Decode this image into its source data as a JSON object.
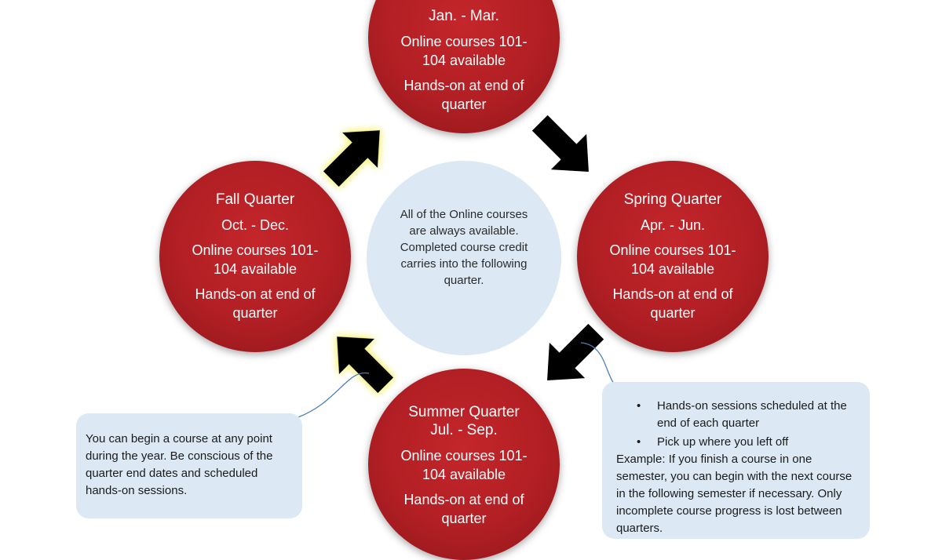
{
  "quarters": {
    "winter": {
      "title": "Jan. - Mar.",
      "online": "Online courses 101-104 available",
      "handson": "Hands-on at end of quarter"
    },
    "spring": {
      "title": "Spring Quarter",
      "dates": "Apr. - Jun.",
      "online": "Online courses 101-104 available",
      "handson": "Hands-on at end of quarter"
    },
    "fall": {
      "title": "Fall Quarter",
      "dates": "Oct. - Dec.",
      "online": "Online courses 101-104 available",
      "handson": "Hands-on at end of quarter"
    },
    "summer": {
      "title": "Summer Quarter",
      "dates": "Jul. - Sep.",
      "online": "Online courses 101-104 available",
      "handson": "Hands-on at end of quarter"
    }
  },
  "center_text": "All of the Online courses are always available. Completed course credit carries into the following quarter.",
  "left_note": "You can begin a course at any point during the year. Be conscious of the quarter end dates and scheduled hands-on sessions.",
  "right_note": {
    "bullets": [
      "Hands-on sessions scheduled at the end of each quarter",
      "Pick up where you left off"
    ],
    "example": "Example: If you finish a course in one semester, you can begin with the next course in the following semester if necessary. Only incomplete course progress is lost between quarters."
  },
  "colors": {
    "circle_red": "#b11f24",
    "light_blue": "#dce9f5",
    "arrow": "#000000",
    "glow": "#ffff99",
    "connector": "#4a7ebf"
  }
}
